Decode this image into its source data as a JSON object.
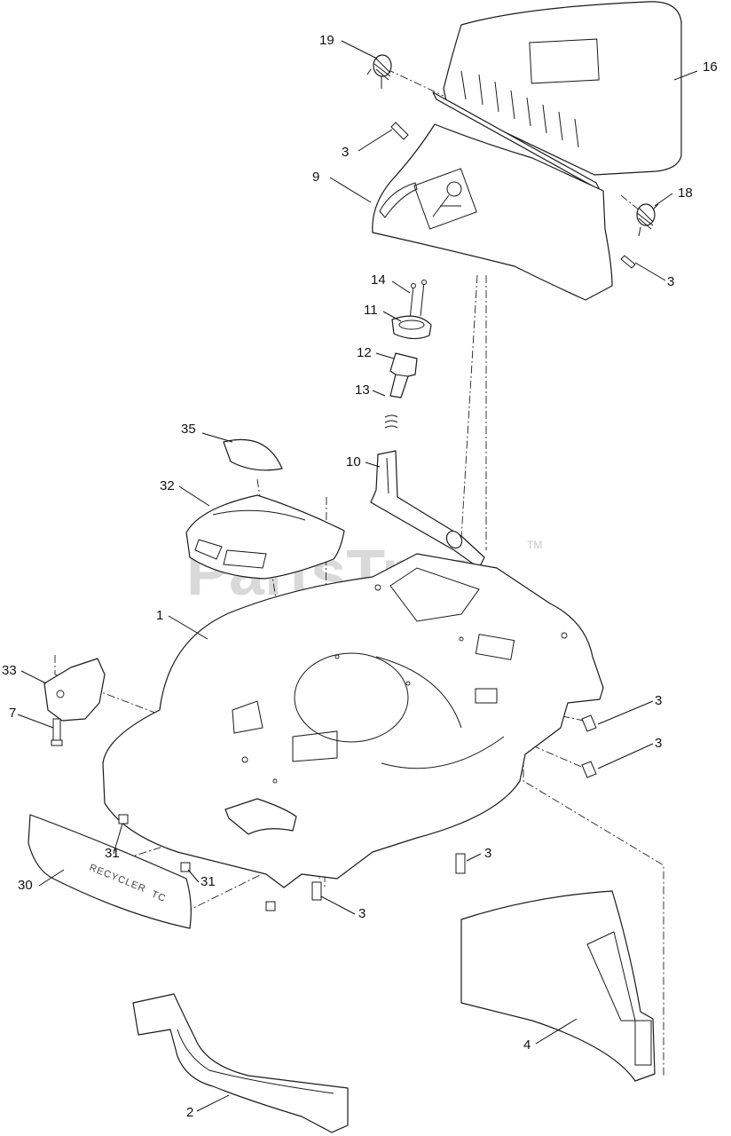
{
  "watermark": {
    "text": "PartsTree",
    "tm": "TM"
  },
  "bumper_decal": {
    "brand": "RECYCLER",
    "model": "TC"
  },
  "callouts": [
    {
      "id": "c19",
      "label": "19"
    },
    {
      "id": "c16",
      "label": "16"
    },
    {
      "id": "c3a",
      "label": "3"
    },
    {
      "id": "c9",
      "label": "9"
    },
    {
      "id": "c18",
      "label": "18"
    },
    {
      "id": "c3b",
      "label": "3"
    },
    {
      "id": "c14",
      "label": "14"
    },
    {
      "id": "c11",
      "label": "11"
    },
    {
      "id": "c12",
      "label": "12"
    },
    {
      "id": "c13",
      "label": "13"
    },
    {
      "id": "c35",
      "label": "35"
    },
    {
      "id": "c10",
      "label": "10"
    },
    {
      "id": "c32",
      "label": "32"
    },
    {
      "id": "c1",
      "label": "1"
    },
    {
      "id": "c33",
      "label": "33"
    },
    {
      "id": "c3c",
      "label": "3"
    },
    {
      "id": "c7",
      "label": "7"
    },
    {
      "id": "c3d",
      "label": "3"
    },
    {
      "id": "c31a",
      "label": "31"
    },
    {
      "id": "c3e",
      "label": "3"
    },
    {
      "id": "c31b",
      "label": "31"
    },
    {
      "id": "c30",
      "label": "30"
    },
    {
      "id": "c3f",
      "label": "3"
    },
    {
      "id": "c4",
      "label": "4"
    },
    {
      "id": "c2",
      "label": "2"
    }
  ]
}
